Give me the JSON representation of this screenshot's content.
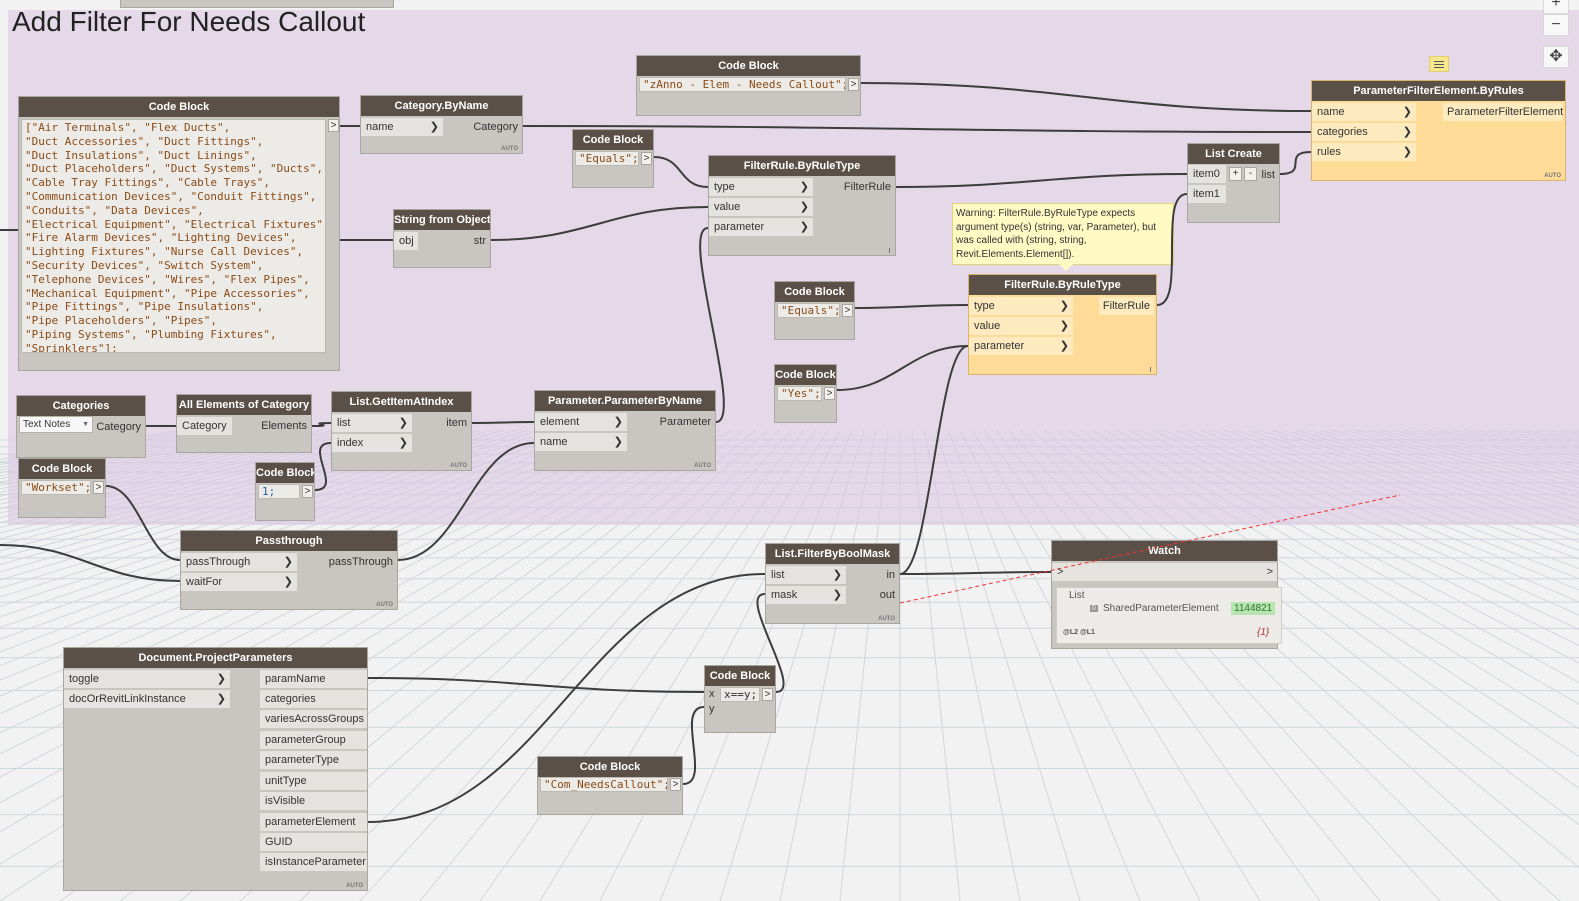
{
  "group_title": "Add Filter For Needs Callout",
  "warning_text": "Warning: FilterRule.ByRuleType expects argument type(s) (string, var, Parameter), but was called with (string, string, Revit.Elements.Element[]).",
  "auto_label": "AUTO",
  "zoom": {
    "plus": "+",
    "minus": "−",
    "fit": "✥"
  },
  "nodes": {
    "code_categories": {
      "title": "Code Block",
      "code": "[\"Air Terminals\", \"Flex Ducts\",\n\"Duct Accessories\", \"Duct Fittings\",\n\"Duct Insulations\", \"Duct Linings\",\n\"Duct Placeholders\", \"Duct Systems\", \"Ducts\",\n\"Cable Tray Fittings\", \"Cable Trays\",\n\"Communication Devices\", \"Conduit Fittings\",\n\"Conduits\", \"Data Devices\",\n\"Electrical Equipment\", \"Electrical Fixtures\",\n\"Fire Alarm Devices\", \"Lighting Devices\",\n\"Lighting Fixtures\", \"Nurse Call Devices\",\n\"Security Devices\", \"Switch System\",\n\"Telephone Devices\", \"Wires\", \"Flex Pipes\",\n\"Mechanical Equipment\", \"Pipe Accessories\",\n\"Pipe Fittings\", \"Pipe Insulations\",\n\"Pipe Placeholders\", \"Pipes\",\n\"Piping Systems\", \"Plumbing Fixtures\",\n\"Sprinklers\"];",
      "out": ">"
    },
    "category_byname": {
      "title": "Category.ByName",
      "in": [
        "name"
      ],
      "out": "Category"
    },
    "code_zanno": {
      "title": "Code Block",
      "code": "\"zAnno - Elem - Needs Callout\";",
      "out": ">"
    },
    "code_equals1": {
      "title": "Code Block",
      "code": "\"Equals\";",
      "out": ">"
    },
    "filterrule1": {
      "title": "FilterRule.ByRuleType",
      "in": [
        "type",
        "value",
        "parameter"
      ],
      "out": "FilterRule"
    },
    "string_from_object": {
      "title": "String from Object",
      "in": "obj",
      "out": "str"
    },
    "list_create": {
      "title": "List Create",
      "in": [
        "item0",
        "item1"
      ],
      "plus": "+",
      "minus": "-",
      "out": "list"
    },
    "pfe_byrules": {
      "title": "ParameterFilterElement.ByRules",
      "in": [
        "name",
        "categories",
        "rules"
      ],
      "out": "ParameterFilterElement"
    },
    "code_equals2": {
      "title": "Code Block",
      "code": "\"Equals\";",
      "out": ">"
    },
    "filterrule2": {
      "title": "FilterRule.ByRuleType",
      "in": [
        "type",
        "value",
        "parameter"
      ],
      "out": "FilterRule"
    },
    "code_yes": {
      "title": "Code Block",
      "code": "\"Yes\";",
      "out": ">"
    },
    "categories": {
      "title": "Categories",
      "selected": "Text Notes",
      "out": "Category"
    },
    "all_elements": {
      "title": "All Elements of Category",
      "in": "Category",
      "out": "Elements"
    },
    "get_item": {
      "title": "List.GetItemAtIndex",
      "in": [
        "list",
        "index"
      ],
      "out": "item"
    },
    "param_byname": {
      "title": "Parameter.ParameterByName",
      "in": [
        "element",
        "name"
      ],
      "out": "Parameter"
    },
    "code_workset": {
      "title": "Code Block",
      "code": "\"Workset\";",
      "out": ">"
    },
    "code_one": {
      "title": "Code Block",
      "code": "1;",
      "out": ">"
    },
    "passthrough": {
      "title": "Passthrough",
      "in": [
        "passThrough",
        "waitFor"
      ],
      "out": "passThrough"
    },
    "filter_mask": {
      "title": "List.FilterByBoolMask",
      "in": [
        "list",
        "mask"
      ],
      "out": [
        "in",
        "out"
      ]
    },
    "watch": {
      "title": "Watch",
      "in": ">",
      "out": ">",
      "list_label": "List",
      "item_index": "0",
      "item_type": "SharedParameterElement",
      "item_value": "1144821",
      "levels": "@L2 @L1",
      "count": "{1}"
    },
    "doc_params": {
      "title": "Document.ProjectParameters",
      "in": [
        "toggle",
        "docOrRevitLinkInstance"
      ],
      "out": [
        "paramName",
        "categories",
        "variesAcrossGroups",
        "parameterGroup",
        "parameterType",
        "unitType",
        "isVisible",
        "parameterElement",
        "GUID",
        "isInstanceParameter"
      ]
    },
    "code_xeqy": {
      "title": "Code Block",
      "in": [
        "x",
        "y"
      ],
      "code": "x==y;",
      "out": ">"
    },
    "code_com": {
      "title": "Code Block",
      "code": "\"Com_NeedsCallout\";",
      "out": ">"
    }
  }
}
